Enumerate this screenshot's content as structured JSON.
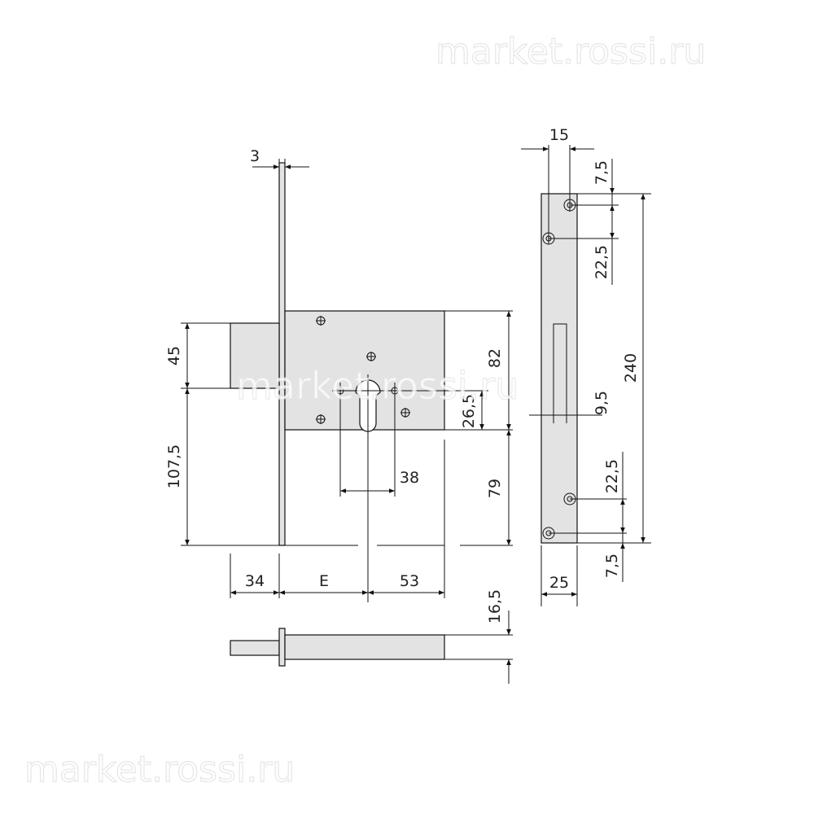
{
  "watermark": {
    "top": "market.rossi.ru",
    "bottom": "market.rossi.ru",
    "center": "market.rossi.ru"
  },
  "lock_dimensions": {
    "faceplate_thickness": "3",
    "bolt_height": "45",
    "bolt_to_bottom": "107,5",
    "body_height_top": "82",
    "body_below_center": "79",
    "cylinder_offset": "26,5",
    "screw_spacing": "38",
    "bolt_throw": "34",
    "backset": "E",
    "body_depth": "53",
    "faceplate_width": "16,5"
  },
  "strike_dimensions": {
    "hole_offset_top": "15",
    "top_edge": "7,5",
    "top_spacing": "22,5",
    "total_length": "240",
    "slot_width": "9,5",
    "bottom_spacing": "22,5",
    "bottom_edge": "7,5",
    "width": "25"
  }
}
